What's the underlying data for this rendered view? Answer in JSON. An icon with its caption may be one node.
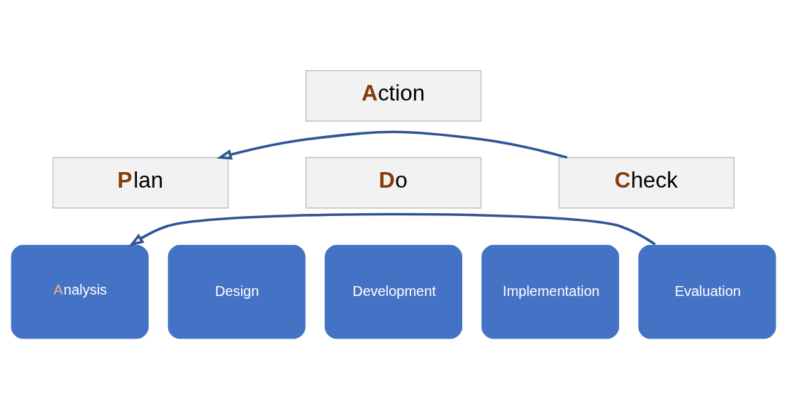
{
  "diagram": {
    "nodes": [
      {
        "text": [
          "Action"
        ]
      },
      {
        "text": [
          "Plan"
        ]
      },
      {
        "text": [
          "Do"
        ]
      },
      {
        "text": [
          "Check"
        ]
      },
      {
        "text": [
          "Analysis"
        ]
      },
      {
        "text": [
          "Design"
        ]
      },
      {
        "text": [
          "Development"
        ]
      },
      {
        "text": [
          "Implementation"
        ]
      },
      {
        "text": [
          "Evaluation"
        ]
      }
    ],
    "edges": [
      {
        "from": 3,
        "to": 1,
        "arrow": "to"
      },
      {
        "from": 8,
        "to": 4,
        "arrow": "to"
      }
    ]
  }
}
